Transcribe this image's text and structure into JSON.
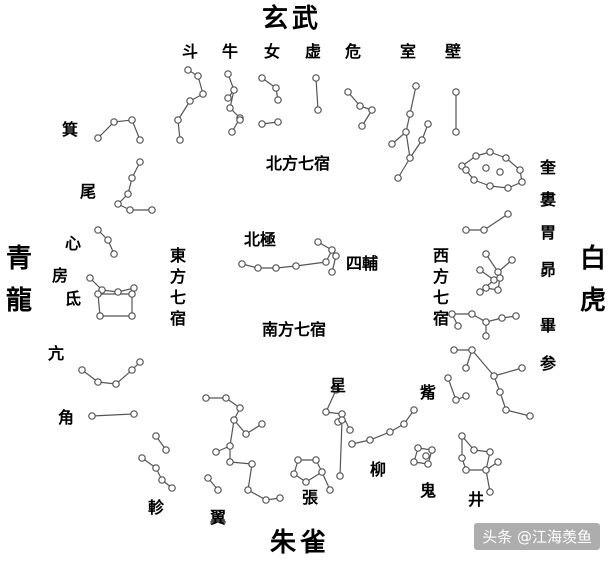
{
  "guardians": {
    "north": "玄武",
    "east_top": "青",
    "east_bottom": "龍",
    "west_top": "白",
    "west_bottom": "虎",
    "south": "朱雀"
  },
  "groups": {
    "north": "北方七宿",
    "east": "東方七宿",
    "west": "西方七宿",
    "south": "南方七宿"
  },
  "special": {
    "pole": "北極",
    "sifu": "四輔"
  },
  "mansions": {
    "north": [
      "斗",
      "牛",
      "女",
      "虚",
      "危",
      "室",
      "壁"
    ],
    "east": [
      "箕",
      "尾",
      "心",
      "房",
      "氐",
      "亢",
      "角"
    ],
    "west": [
      "奎",
      "婁",
      "胃",
      "昴",
      "畢",
      "参",
      "觜"
    ],
    "south": [
      "星",
      "柳",
      "鬼",
      "井",
      "軫",
      "翼",
      "張"
    ]
  },
  "watermark": "头条 @江海羡鱼"
}
